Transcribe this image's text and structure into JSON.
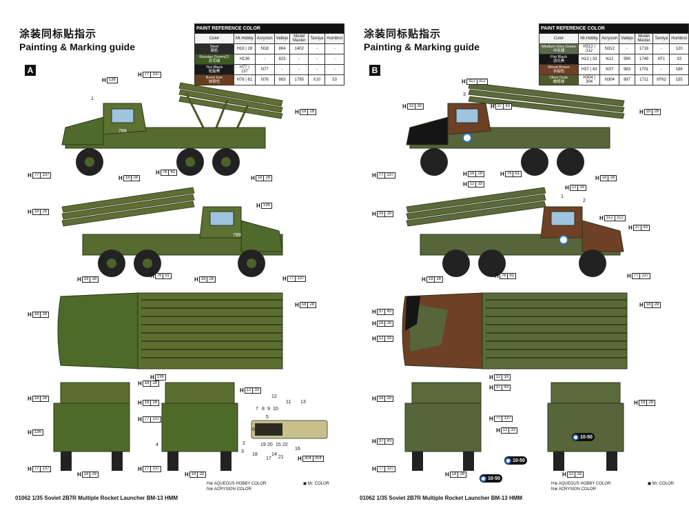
{
  "pages": [
    {
      "title_zh": "涂装同标贴指示",
      "title_en": "Painting & Marking guide",
      "letter": "A",
      "table": {
        "title": "PAINT REFERENCE COLOR",
        "headers": [
          "Color",
          "Mr.Hobby",
          "Acrysion",
          "Vallejo",
          "Model Master",
          "Tamiya",
          "Humbrol"
        ],
        "rows": [
          {
            "name": "Steel",
            "name_zh": "钢色",
            "color": "#2b2b2b",
            "mrhobby": "H18 | 28",
            "acrysion": "N18",
            "vallejo": "864",
            "mm": "1402",
            "tamiya": "-",
            "humbrol": "-"
          },
          {
            "name": "Russian Green(2)",
            "name_zh": "苏军绿",
            "color": "#3d5a22",
            "mrhobby": "H136",
            "acrysion": "-",
            "vallejo": "823",
            "mm": "-",
            "tamiya": "-",
            "humbrol": "-"
          },
          {
            "name": "Tire Black",
            "name_zh": "轮胎黑",
            "color": "#1a1a1a",
            "mrhobby": "H77 | 137",
            "acrysion": "N77",
            "vallejo": "-",
            "mm": "-",
            "tamiya": "-",
            "humbrol": "-"
          },
          {
            "name": "Burnt Iron",
            "name_zh": "烧铁色",
            "color": "#6b3d1e",
            "mrhobby": "H76 | 61",
            "acrysion": "N76",
            "vallejo": "863",
            "mm": "1795",
            "tamiya": "X10",
            "humbrol": "53"
          }
        ]
      },
      "callouts": [
        {
          "h": "H",
          "a": "136",
          "b": ""
        },
        {
          "h": "H",
          "a": "77",
          "b": "137"
        },
        {
          "h": "H",
          "a": "18",
          "b": "28"
        },
        {
          "h": "H",
          "a": "18",
          "b": "28"
        },
        {
          "h": "H",
          "a": "76",
          "b": "61"
        },
        {
          "h": "H",
          "a": "18",
          "b": "28"
        },
        {
          "h": "H",
          "a": "77",
          "b": "137"
        },
        {
          "h": "H",
          "a": "18",
          "b": "28"
        },
        {
          "h": "H",
          "a": "136",
          "b": ""
        },
        {
          "h": "H",
          "a": "18",
          "b": "28"
        },
        {
          "h": "H",
          "a": "76",
          "b": "61"
        },
        {
          "h": "H",
          "a": "18",
          "b": "28"
        },
        {
          "h": "H",
          "a": "77",
          "b": "137"
        },
        {
          "h": "H",
          "a": "18",
          "b": "28"
        },
        {
          "h": "H",
          "a": "18",
          "b": "28"
        },
        {
          "h": "H",
          "a": "136",
          "b": ""
        },
        {
          "h": "H",
          "a": "18",
          "b": "28"
        },
        {
          "h": "H",
          "a": "18",
          "b": "28"
        },
        {
          "h": "H",
          "a": "77",
          "b": "137"
        },
        {
          "h": "H",
          "a": "136",
          "b": ""
        },
        {
          "h": "H",
          "a": "77",
          "b": "137"
        },
        {
          "h": "H",
          "a": "18",
          "b": "28"
        },
        {
          "h": "H",
          "a": "12",
          "b": "33"
        },
        {
          "h": "H",
          "a": "18",
          "b": "28"
        },
        {
          "h": "H",
          "a": "77",
          "b": "137"
        },
        {
          "h": "H",
          "a": "18",
          "b": "28"
        },
        {
          "h": "H",
          "a": "304",
          "b": "304"
        }
      ],
      "numbers": [
        "1",
        "2",
        "3",
        "4",
        "5",
        "6",
        "7",
        "8",
        "9",
        "10",
        "11",
        "12",
        "13",
        "14",
        "15",
        "16",
        "17",
        "18",
        "19",
        "20",
        "21",
        "22"
      ],
      "legend_h": "H※ AQUEOUS HOBBY COLOR",
      "legend_n": "N※ ACRYSION COLOR",
      "legend_mr": "◼ Mr. COLOR",
      "footer": "01062 1/35 Soviet 2B7R Multiple Rocket Launcher BM-13 HMM"
    },
    {
      "title_zh": "涂装同标贴指示",
      "title_en": "Painting & Marking guide",
      "letter": "B",
      "table": {
        "title": "PAINT REFERENCE COLOR",
        "headers": [
          "Color",
          "Mr.Hobby",
          "Acrysion",
          "Vallejo",
          "Model Master",
          "Tamiya",
          "Humbrol"
        ],
        "rows": [
          {
            "name": "Medium Grey Green",
            "name_zh": "中灰绿",
            "color": "#5a6b4a",
            "mrhobby": "H312 | 312",
            "acrysion": "N312",
            "vallejo": "-",
            "mm": "1716",
            "tamiya": "-",
            "humbrol": "120"
          },
          {
            "name": "Flat Black",
            "name_zh": "消光黑",
            "color": "#151515",
            "mrhobby": "H12 | 33",
            "acrysion": "N12",
            "vallejo": "990",
            "mm": "1749",
            "tamiya": "XF1",
            "humbrol": "33"
          },
          {
            "name": "Wood Brown",
            "name_zh": "木棕色",
            "color": "#6e4026",
            "mrhobby": "H37 | 43",
            "acrysion": "N37",
            "vallejo": "983",
            "mm": "1701",
            "tamiya": "-",
            "humbrol": "186"
          },
          {
            "name": "Olive Drab",
            "name_zh": "橄榄绿",
            "color": "#4e5a2a",
            "mrhobby": "H304 | 304",
            "acrysion": "N304",
            "vallejo": "887",
            "mm": "1711",
            "tamiya": "XF62",
            "humbrol": "155"
          }
        ]
      },
      "callouts": [
        {
          "h": "H",
          "a": "312",
          "b": "312"
        },
        {
          "h": "H",
          "a": "12",
          "b": "33"
        },
        {
          "h": "H",
          "a": "37",
          "b": "43"
        },
        {
          "h": "H",
          "a": "18",
          "b": "28"
        },
        {
          "h": "H",
          "a": "77",
          "b": "137"
        },
        {
          "h": "H",
          "a": "18",
          "b": "28"
        },
        {
          "h": "H",
          "a": "12",
          "b": "33"
        },
        {
          "h": "H",
          "a": "76",
          "b": "61"
        },
        {
          "h": "H",
          "a": "18",
          "b": "28"
        },
        {
          "h": "H",
          "a": "12",
          "b": "33"
        },
        {
          "h": "H",
          "a": "18",
          "b": "28"
        },
        {
          "h": "H",
          "a": "312",
          "b": "312"
        },
        {
          "h": "H",
          "a": "37",
          "b": "43"
        },
        {
          "h": "H",
          "a": "76",
          "b": "61"
        },
        {
          "h": "H",
          "a": "18",
          "b": "28"
        },
        {
          "h": "H",
          "a": "77",
          "b": "137"
        },
        {
          "h": "H",
          "a": "37",
          "b": "43"
        },
        {
          "h": "H",
          "a": "18",
          "b": "28"
        },
        {
          "h": "H",
          "a": "12",
          "b": "33"
        },
        {
          "h": "H",
          "a": "18",
          "b": "28"
        },
        {
          "h": "H",
          "a": "12",
          "b": "33"
        },
        {
          "h": "H",
          "a": "37",
          "b": "43"
        },
        {
          "h": "H",
          "a": "77",
          "b": "137"
        },
        {
          "h": "H",
          "a": "18",
          "b": "28"
        },
        {
          "h": "H",
          "a": "12",
          "b": "33"
        },
        {
          "h": "H",
          "a": "18",
          "b": "28"
        },
        {
          "h": "H",
          "a": "37",
          "b": "43"
        },
        {
          "h": "H",
          "a": "77",
          "b": "137"
        },
        {
          "h": "H",
          "a": "18",
          "b": "28"
        },
        {
          "h": "H",
          "a": "12",
          "b": "33"
        }
      ],
      "roundels": [
        "10-50",
        "10-50",
        "10-50"
      ],
      "numbers": [
        "1",
        "2",
        "3"
      ],
      "legend_h": "H※ AQUEOUS HOBBY COLOR",
      "legend_n": "N※ ACRYSION COLOR",
      "legend_mr": "◼ Mr. COLOR",
      "footer": "01062 1/35 Soviet 2B7R Multiple Rocket Launcher BM-13 HMM"
    }
  ],
  "truck_text": "789"
}
